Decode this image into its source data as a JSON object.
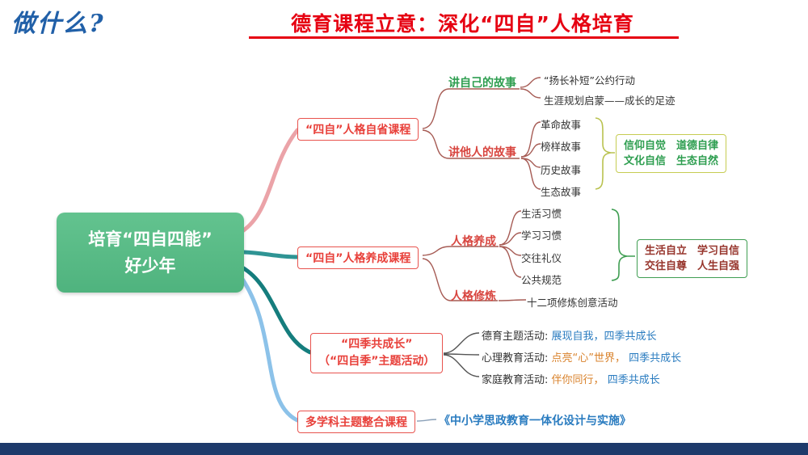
{
  "colors": {
    "title_red": "#e60012",
    "root_green": "#55ba84",
    "branch1_pink": "#eba3a8",
    "branch2_teal": "#2f9494",
    "branch3_dark_teal": "#157d7d",
    "branch4_light_blue": "#8cc2e9",
    "red_box_border": "#e8534e",
    "green_text": "#2e9e50",
    "blue_text": "#2a7cc0",
    "orange_text": "#d9822b",
    "navy_bar": "#1d3a6b"
  },
  "header": {
    "corner_label": "做什么?",
    "title": "德育课程立意：深化“四自”人格培育"
  },
  "root": {
    "line1": "培育“四自四能”",
    "line2": "好少年"
  },
  "branch1": {
    "box": "“四自”人格自省课程",
    "self_story_label": "讲自己的故事",
    "self_story_items": [
      "“扬长补短”公约行动",
      "生涯规划启蒙——成长的足迹"
    ],
    "others_story_label": "讲他人的故事",
    "others_story_items": [
      "革命故事",
      "榜样故事",
      "历史故事",
      "生态故事"
    ],
    "summary_line1": "信仰自觉　道德自律",
    "summary_line2": "文化自信　生态自然"
  },
  "branch2": {
    "box": "“四自”人格养成课程",
    "cultivation_label": "人格养成",
    "cultivation_items": [
      "生活习惯",
      "学习习惯",
      "交往礼仪",
      "公共规范"
    ],
    "summary_line1": "生活自立　学习自信",
    "summary_line2": "交往自尊　人生自强",
    "practice_label": "人格修炼",
    "practice_item": "十二项修炼创意活动"
  },
  "branch3": {
    "box_line1": "“四季共成长”",
    "box_line2": "（“四自季”主题活动）",
    "rows": [
      {
        "label": "德育主题活动:",
        "part1": "",
        "part2": "展现自我，四季共成长"
      },
      {
        "label": "心理教育活动:",
        "part1": "点亮“心”世界，",
        "part2": "四季共成长"
      },
      {
        "label": "家庭教育活动:",
        "part1": "伴你同行，",
        "part2": "四季共成长"
      }
    ]
  },
  "branch4": {
    "box": "多学科主题整合课程",
    "item": "《中小学思政教育一体化设计与实施》"
  }
}
